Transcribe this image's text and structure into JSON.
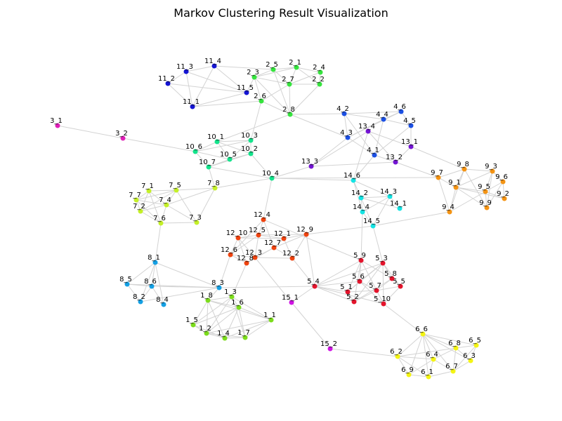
{
  "title": "Markov Clustering Result Visualization",
  "cluster_colors": {
    "1": "#7cdc1c",
    "2": "#36e43e",
    "3": "#e020b8",
    "4": "#1c50e4",
    "5": "#e4142c",
    "6": "#f4f414",
    "7": "#c4f028",
    "8": "#14a0e4",
    "9": "#f49414",
    "10": "#14e48c",
    "11": "#1414d4",
    "12": "#f04410",
    "13": "#7414d4",
    "14": "#14e4e4",
    "15": "#d014e4"
  },
  "edge_color": "#d3d3d3",
  "nodes": [
    {
      "id": "1_1",
      "c": "1"
    },
    {
      "id": "1_2",
      "c": "1"
    },
    {
      "id": "1_3",
      "c": "1"
    },
    {
      "id": "1_4",
      "c": "1"
    },
    {
      "id": "1_5",
      "c": "1"
    },
    {
      "id": "1_6",
      "c": "1"
    },
    {
      "id": "1_7",
      "c": "1"
    },
    {
      "id": "1_8",
      "c": "1"
    },
    {
      "id": "2_1",
      "c": "2"
    },
    {
      "id": "2_2",
      "c": "2"
    },
    {
      "id": "2_3",
      "c": "2"
    },
    {
      "id": "2_4",
      "c": "2"
    },
    {
      "id": "2_5",
      "c": "2"
    },
    {
      "id": "2_6",
      "c": "2"
    },
    {
      "id": "2_7",
      "c": "2"
    },
    {
      "id": "2_8",
      "c": "2"
    },
    {
      "id": "3_1",
      "c": "3"
    },
    {
      "id": "3_2",
      "c": "3"
    },
    {
      "id": "4_1",
      "c": "4"
    },
    {
      "id": "4_2",
      "c": "4"
    },
    {
      "id": "4_3",
      "c": "4"
    },
    {
      "id": "4_4",
      "c": "4"
    },
    {
      "id": "4_5",
      "c": "4"
    },
    {
      "id": "4_6",
      "c": "4"
    },
    {
      "id": "5_1",
      "c": "5"
    },
    {
      "id": "5_2",
      "c": "5"
    },
    {
      "id": "5_3",
      "c": "5"
    },
    {
      "id": "5_4",
      "c": "5"
    },
    {
      "id": "5_5",
      "c": "5"
    },
    {
      "id": "5_6",
      "c": "5"
    },
    {
      "id": "5_7",
      "c": "5"
    },
    {
      "id": "5_8",
      "c": "5"
    },
    {
      "id": "5_9",
      "c": "5"
    },
    {
      "id": "5_10",
      "c": "5"
    },
    {
      "id": "6_1",
      "c": "6"
    },
    {
      "id": "6_2",
      "c": "6"
    },
    {
      "id": "6_3",
      "c": "6"
    },
    {
      "id": "6_4",
      "c": "6"
    },
    {
      "id": "6_5",
      "c": "6"
    },
    {
      "id": "6_6",
      "c": "6"
    },
    {
      "id": "6_7",
      "c": "6"
    },
    {
      "id": "6_8",
      "c": "6"
    },
    {
      "id": "6_9",
      "c": "6"
    },
    {
      "id": "7_1",
      "c": "7"
    },
    {
      "id": "7_2",
      "c": "7"
    },
    {
      "id": "7_3",
      "c": "7"
    },
    {
      "id": "7_4",
      "c": "7"
    },
    {
      "id": "7_5",
      "c": "7"
    },
    {
      "id": "7_6",
      "c": "7"
    },
    {
      "id": "7_7",
      "c": "7"
    },
    {
      "id": "7_8",
      "c": "7"
    },
    {
      "id": "8_1",
      "c": "8"
    },
    {
      "id": "8_2",
      "c": "8"
    },
    {
      "id": "8_3",
      "c": "8"
    },
    {
      "id": "8_4",
      "c": "8"
    },
    {
      "id": "8_5",
      "c": "8"
    },
    {
      "id": "8_6",
      "c": "8"
    },
    {
      "id": "9_1",
      "c": "9"
    },
    {
      "id": "9_2",
      "c": "9"
    },
    {
      "id": "9_3",
      "c": "9"
    },
    {
      "id": "9_4",
      "c": "9"
    },
    {
      "id": "9_5",
      "c": "9"
    },
    {
      "id": "9_6",
      "c": "9"
    },
    {
      "id": "9_7",
      "c": "9"
    },
    {
      "id": "9_8",
      "c": "9"
    },
    {
      "id": "9_9",
      "c": "9"
    },
    {
      "id": "10_1",
      "c": "10"
    },
    {
      "id": "10_2",
      "c": "10"
    },
    {
      "id": "10_3",
      "c": "10"
    },
    {
      "id": "10_4",
      "c": "10"
    },
    {
      "id": "10_5",
      "c": "10"
    },
    {
      "id": "10_6",
      "c": "10"
    },
    {
      "id": "10_7",
      "c": "10"
    },
    {
      "id": "11_1",
      "c": "11"
    },
    {
      "id": "11_2",
      "c": "11"
    },
    {
      "id": "11_3",
      "c": "11"
    },
    {
      "id": "11_4",
      "c": "11"
    },
    {
      "id": "11_5",
      "c": "11"
    },
    {
      "id": "12_1",
      "c": "12"
    },
    {
      "id": "12_2",
      "c": "12"
    },
    {
      "id": "12_3",
      "c": "12"
    },
    {
      "id": "12_4",
      "c": "12"
    },
    {
      "id": "12_5",
      "c": "12"
    },
    {
      "id": "12_6",
      "c": "12"
    },
    {
      "id": "12_7",
      "c": "12"
    },
    {
      "id": "12_8",
      "c": "12"
    },
    {
      "id": "12_9",
      "c": "12"
    },
    {
      "id": "12_10",
      "c": "12"
    },
    {
      "id": "13_1",
      "c": "13"
    },
    {
      "id": "13_2",
      "c": "13"
    },
    {
      "id": "13_3",
      "c": "13"
    },
    {
      "id": "13_4",
      "c": "13"
    },
    {
      "id": "14_1",
      "c": "14"
    },
    {
      "id": "14_2",
      "c": "14"
    },
    {
      "id": "14_3",
      "c": "14"
    },
    {
      "id": "14_4",
      "c": "14"
    },
    {
      "id": "14_5",
      "c": "14"
    },
    {
      "id": "14_6",
      "c": "14"
    },
    {
      "id": "15_1",
      "c": "15"
    },
    {
      "id": "15_2",
      "c": "15"
    }
  ],
  "edges": [
    [
      "1_1",
      "1_2"
    ],
    [
      "1_1",
      "1_3"
    ],
    [
      "1_1",
      "1_4"
    ],
    [
      "1_1",
      "1_6"
    ],
    [
      "1_1",
      "1_7"
    ],
    [
      "1_1",
      "1_8"
    ],
    [
      "1_2",
      "1_3"
    ],
    [
      "1_2",
      "1_4"
    ],
    [
      "1_2",
      "1_5"
    ],
    [
      "1_2",
      "1_6"
    ],
    [
      "1_2",
      "1_7"
    ],
    [
      "1_2",
      "1_8"
    ],
    [
      "1_3",
      "1_5"
    ],
    [
      "1_3",
      "1_6"
    ],
    [
      "1_3",
      "1_7"
    ],
    [
      "1_3",
      "1_8"
    ],
    [
      "1_4",
      "1_5"
    ],
    [
      "1_4",
      "1_6"
    ],
    [
      "1_4",
      "1_7"
    ],
    [
      "1_5",
      "1_6"
    ],
    [
      "1_5",
      "1_8"
    ],
    [
      "1_6",
      "1_7"
    ],
    [
      "1_6",
      "1_8"
    ],
    [
      "1_4",
      "1_8"
    ],
    [
      "2_1",
      "2_4"
    ],
    [
      "2_1",
      "2_5"
    ],
    [
      "2_1",
      "2_7"
    ],
    [
      "2_1",
      "2_2"
    ],
    [
      "2_2",
      "2_4"
    ],
    [
      "2_2",
      "2_7"
    ],
    [
      "2_3",
      "2_5"
    ],
    [
      "2_3",
      "2_6"
    ],
    [
      "2_3",
      "2_7"
    ],
    [
      "2_3",
      "2_8"
    ],
    [
      "2_4",
      "2_7"
    ],
    [
      "2_5",
      "2_7"
    ],
    [
      "2_6",
      "2_7"
    ],
    [
      "2_7",
      "2_8"
    ],
    [
      "2_2",
      "2_8"
    ],
    [
      "2_5",
      "2_8"
    ],
    [
      "2_6",
      "2_8"
    ],
    [
      "2_1",
      "2_3"
    ],
    [
      "3_1",
      "3_2"
    ],
    [
      "4_1",
      "4_3"
    ],
    [
      "4_1",
      "4_4"
    ],
    [
      "4_1",
      "4_5"
    ],
    [
      "4_2",
      "4_3"
    ],
    [
      "4_2",
      "4_4"
    ],
    [
      "4_2",
      "4_6"
    ],
    [
      "4_3",
      "4_4"
    ],
    [
      "4_4",
      "4_5"
    ],
    [
      "4_4",
      "4_6"
    ],
    [
      "4_5",
      "4_6"
    ],
    [
      "4_1",
      "4_2"
    ],
    [
      "4_3",
      "4_6"
    ],
    [
      "5_1",
      "5_2"
    ],
    [
      "5_1",
      "5_6"
    ],
    [
      "5_1",
      "5_7"
    ],
    [
      "5_1",
      "5_9"
    ],
    [
      "5_1",
      "5_3"
    ],
    [
      "5_2",
      "5_3"
    ],
    [
      "5_2",
      "5_7"
    ],
    [
      "5_2",
      "5_8"
    ],
    [
      "5_2",
      "5_9"
    ],
    [
      "5_3",
      "5_5"
    ],
    [
      "5_3",
      "5_6"
    ],
    [
      "5_3",
      "5_8"
    ],
    [
      "5_3",
      "5_10"
    ],
    [
      "5_4",
      "5_1"
    ],
    [
      "5_4",
      "5_2"
    ],
    [
      "5_4",
      "5_3"
    ],
    [
      "5_4",
      "5_6"
    ],
    [
      "5_4",
      "5_9"
    ],
    [
      "5_4",
      "5_10"
    ],
    [
      "5_5",
      "5_7"
    ],
    [
      "5_5",
      "5_8"
    ],
    [
      "5_5",
      "5_10"
    ],
    [
      "5_6",
      "5_7"
    ],
    [
      "5_6",
      "5_9"
    ],
    [
      "5_7",
      "5_8"
    ],
    [
      "5_7",
      "5_10"
    ],
    [
      "5_8",
      "5_9"
    ],
    [
      "5_9",
      "5_10"
    ],
    [
      "5_6",
      "5_10"
    ],
    [
      "6_1",
      "6_2"
    ],
    [
      "6_1",
      "6_4"
    ],
    [
      "6_1",
      "6_6"
    ],
    [
      "6_1",
      "6_7"
    ],
    [
      "6_1",
      "6_9"
    ],
    [
      "6_2",
      "6_4"
    ],
    [
      "6_2",
      "6_6"
    ],
    [
      "6_2",
      "6_9"
    ],
    [
      "6_3",
      "6_5"
    ],
    [
      "6_3",
      "6_6"
    ],
    [
      "6_3",
      "6_7"
    ],
    [
      "6_3",
      "6_8"
    ],
    [
      "6_4",
      "6_6"
    ],
    [
      "6_4",
      "6_7"
    ],
    [
      "6_4",
      "6_8"
    ],
    [
      "6_4",
      "6_9"
    ],
    [
      "6_5",
      "6_6"
    ],
    [
      "6_5",
      "6_8"
    ],
    [
      "6_6",
      "6_7"
    ],
    [
      "6_6",
      "6_8"
    ],
    [
      "6_6",
      "6_9"
    ],
    [
      "6_7",
      "6_8"
    ],
    [
      "6_2",
      "6_8"
    ],
    [
      "6_5",
      "6_7"
    ],
    [
      "7_1",
      "7_2"
    ],
    [
      "7_1",
      "7_4"
    ],
    [
      "7_1",
      "7_5"
    ],
    [
      "7_1",
      "7_6"
    ],
    [
      "7_1",
      "7_7"
    ],
    [
      "7_2",
      "7_4"
    ],
    [
      "7_2",
      "7_6"
    ],
    [
      "7_2",
      "7_7"
    ],
    [
      "7_3",
      "7_4"
    ],
    [
      "7_3",
      "7_6"
    ],
    [
      "7_3",
      "7_5"
    ],
    [
      "7_3",
      "7_8"
    ],
    [
      "7_4",
      "7_5"
    ],
    [
      "7_4",
      "7_6"
    ],
    [
      "7_4",
      "7_7"
    ],
    [
      "7_4",
      "7_8"
    ],
    [
      "7_5",
      "7_7"
    ],
    [
      "7_5",
      "7_8"
    ],
    [
      "7_6",
      "7_7"
    ],
    [
      "7_2",
      "7_5"
    ],
    [
      "8_1",
      "8_2"
    ],
    [
      "8_1",
      "8_3"
    ],
    [
      "8_1",
      "8_4"
    ],
    [
      "8_1",
      "8_5"
    ],
    [
      "8_1",
      "8_6"
    ],
    [
      "8_2",
      "8_6"
    ],
    [
      "8_2",
      "8_3"
    ],
    [
      "8_4",
      "8_6"
    ],
    [
      "8_5",
      "8_6"
    ],
    [
      "8_3",
      "8_6"
    ],
    [
      "8_2",
      "8_5"
    ],
    [
      "8_3",
      "8_5"
    ],
    [
      "9_1",
      "9_2"
    ],
    [
      "9_1",
      "9_3"
    ],
    [
      "9_1",
      "9_4"
    ],
    [
      "9_1",
      "9_5"
    ],
    [
      "9_1",
      "9_7"
    ],
    [
      "9_1",
      "9_8"
    ],
    [
      "9_1",
      "9_9"
    ],
    [
      "9_2",
      "9_5"
    ],
    [
      "9_2",
      "9_6"
    ],
    [
      "9_3",
      "9_5"
    ],
    [
      "9_3",
      "9_6"
    ],
    [
      "9_3",
      "9_8"
    ],
    [
      "9_4",
      "9_5"
    ],
    [
      "9_4",
      "9_7"
    ],
    [
      "9_4",
      "9_8"
    ],
    [
      "9_5",
      "9_6"
    ],
    [
      "9_5",
      "9_9"
    ],
    [
      "9_6",
      "9_9"
    ],
    [
      "9_7",
      "9_8"
    ],
    [
      "9_8",
      "9_9"
    ],
    [
      "9_3",
      "9_9"
    ],
    [
      "10_1",
      "10_2"
    ],
    [
      "10_1",
      "10_3"
    ],
    [
      "10_1",
      "10_5"
    ],
    [
      "10_1",
      "10_6"
    ],
    [
      "10_2",
      "10_3"
    ],
    [
      "10_2",
      "10_4"
    ],
    [
      "10_2",
      "10_5"
    ],
    [
      "10_2",
      "10_7"
    ],
    [
      "10_3",
      "10_5"
    ],
    [
      "10_3",
      "10_6"
    ],
    [
      "10_5",
      "10_6"
    ],
    [
      "10_5",
      "10_7"
    ],
    [
      "10_6",
      "10_7"
    ],
    [
      "10_4",
      "10_7"
    ],
    [
      "11_1",
      "11_2"
    ],
    [
      "11_1",
      "11_4"
    ],
    [
      "11_1",
      "11_5"
    ],
    [
      "11_2",
      "11_3"
    ],
    [
      "11_2",
      "11_5"
    ],
    [
      "11_3",
      "11_4"
    ],
    [
      "11_3",
      "11_5"
    ],
    [
      "11_4",
      "11_5"
    ],
    [
      "11_1",
      "11_3"
    ],
    [
      "12_1",
      "12_2"
    ],
    [
      "12_1",
      "12_5"
    ],
    [
      "12_1",
      "12_7"
    ],
    [
      "12_1",
      "12_9"
    ],
    [
      "12_1",
      "12_10"
    ],
    [
      "12_2",
      "12_3"
    ],
    [
      "12_2",
      "12_7"
    ],
    [
      "12_3",
      "12_5"
    ],
    [
      "12_3",
      "12_6"
    ],
    [
      "12_3",
      "12_7"
    ],
    [
      "12_3",
      "12_8"
    ],
    [
      "12_3",
      "12_10"
    ],
    [
      "12_4",
      "12_5"
    ],
    [
      "12_4",
      "12_6"
    ],
    [
      "12_4",
      "12_7"
    ],
    [
      "12_5",
      "12_6"
    ],
    [
      "12_5",
      "12_10"
    ],
    [
      "12_6",
      "12_10"
    ],
    [
      "12_7",
      "12_8"
    ],
    [
      "12_7",
      "12_9"
    ],
    [
      "12_8",
      "12_10"
    ],
    [
      "12_5",
      "12_9"
    ],
    [
      "12_6",
      "12_8"
    ],
    [
      "12_2",
      "12_9"
    ],
    [
      "13_1",
      "13_2"
    ],
    [
      "13_1",
      "13_4"
    ],
    [
      "13_2",
      "13_3"
    ],
    [
      "13_2",
      "13_4"
    ],
    [
      "13_3",
      "13_4"
    ],
    [
      "14_1",
      "14_2"
    ],
    [
      "14_1",
      "14_3"
    ],
    [
      "14_2",
      "14_3"
    ],
    [
      "14_2",
      "14_4"
    ],
    [
      "14_2",
      "14_5"
    ],
    [
      "14_2",
      "14_6"
    ],
    [
      "14_3",
      "14_4"
    ],
    [
      "14_3",
      "14_5"
    ],
    [
      "14_4",
      "14_5"
    ],
    [
      "14_4",
      "14_6"
    ],
    [
      "14_3",
      "14_6"
    ],
    [
      "15_1",
      "15_2"
    ],
    [
      "3_2",
      "10_6"
    ],
    [
      "10_4",
      "13_3"
    ],
    [
      "10_4",
      "9_7"
    ],
    [
      "10_4",
      "7_8"
    ],
    [
      "10_4",
      "12_4"
    ],
    [
      "10_1",
      "2_8"
    ],
    [
      "10_3",
      "2_6"
    ],
    [
      "11_1",
      "2_6"
    ],
    [
      "11_4",
      "2_5"
    ],
    [
      "11_5",
      "2_3"
    ],
    [
      "2_8",
      "4_2"
    ],
    [
      "2_8",
      "4_3"
    ],
    [
      "4_3",
      "13_3"
    ],
    [
      "4_1",
      "13_2"
    ],
    [
      "4_1",
      "14_6"
    ],
    [
      "13_1",
      "9_8"
    ],
    [
      "13_2",
      "9_7"
    ],
    [
      "13_4",
      "14_6"
    ],
    [
      "4_5",
      "13_1"
    ],
    [
      "14_5",
      "9_4"
    ],
    [
      "14_5",
      "5_3"
    ],
    [
      "14_4",
      "5_9"
    ],
    [
      "14_5",
      "12_9"
    ],
    [
      "12_9",
      "5_4"
    ],
    [
      "12_2",
      "5_4"
    ],
    [
      "12_6",
      "8_3"
    ],
    [
      "12_8",
      "1_3"
    ],
    [
      "8_3",
      "5_4"
    ],
    [
      "8_3",
      "1_8"
    ],
    [
      "8_1",
      "7_6"
    ],
    [
      "15_1",
      "5_4"
    ],
    [
      "15_1",
      "12_3"
    ],
    [
      "15_2",
      "6_2"
    ],
    [
      "5_10",
      "6_6"
    ],
    [
      "7_8",
      "10_7"
    ],
    [
      "12_4",
      "5_9"
    ],
    [
      "10_4",
      "14_6"
    ]
  ]
}
